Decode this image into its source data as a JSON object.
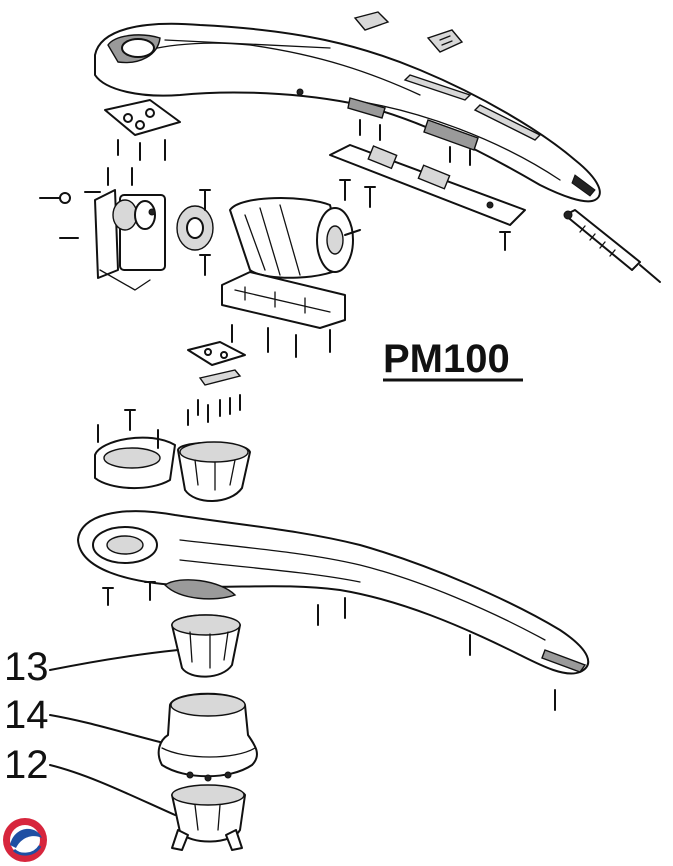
{
  "model_label": "PM100",
  "callouts": [
    {
      "number": "13",
      "target": "nozzle-cap"
    },
    {
      "number": "14",
      "target": "massage-head-base"
    },
    {
      "number": "12",
      "target": "massage-node-cap"
    }
  ],
  "colors": {
    "line": "#111111",
    "background": "#ffffff",
    "logo_red": "#d7263d",
    "logo_blue": "#1f4fa3"
  }
}
